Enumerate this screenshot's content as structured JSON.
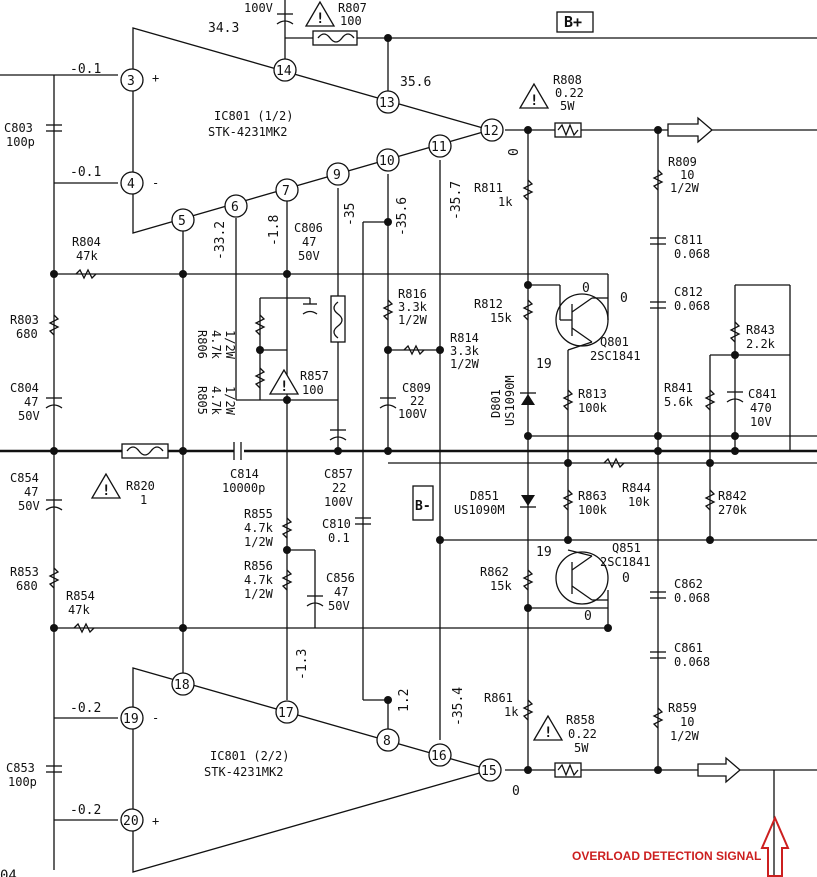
{
  "ic_top": {
    "name": "IC801 (1/2)",
    "part": "STK-4231MK2"
  },
  "ic_bottom": {
    "name": "IC801 (2/2)",
    "part": "STK-4231MK2"
  },
  "pins": {
    "p3": "3",
    "p4": "4",
    "p5": "5",
    "p6": "6",
    "p7": "7",
    "p9": "9",
    "p10": "10",
    "p11": "11",
    "p12": "12",
    "p13": "13",
    "p14": "14",
    "p15": "15",
    "p16": "16",
    "p17": "17",
    "p8": "8",
    "p18": "18",
    "p19": "19",
    "p20": "20"
  },
  "pin_signs": {
    "p3": "+",
    "p4": "-",
    "p19": "-",
    "p20": "+"
  },
  "voltages": {
    "v_p3": "-0.1",
    "v_p4": "-0.1",
    "v_p14": "34.3",
    "v_p13": "35.6",
    "v_p6": "-33.2",
    "v_p7": "-1.8",
    "v_p9": "-35",
    "v_p10": "-35.6",
    "v_p11": "-35.7",
    "v_p12": "0",
    "v_p19": "-0.2",
    "v_p20": "-0.2",
    "v_p17": "-1.3",
    "v_p8": "1.2",
    "v_p16": "-35.4",
    "v_p15": "0",
    "v_q801_e": "0",
    "v_q801_c": "0",
    "v_q801_b": "19",
    "v_q851_b": "19",
    "v_q851_c": "0",
    "v_q851_e": "0"
  },
  "rails": {
    "bplus": "B+",
    "bminus": "B-"
  },
  "components": {
    "r807": {
      "ref": "R807",
      "value": "100"
    },
    "c_top": {
      "value": "100V"
    },
    "c803": {
      "ref": "C803",
      "value": "100p"
    },
    "r804": {
      "ref": "R804",
      "value": "47k"
    },
    "r803": {
      "ref": "R803",
      "value": "680"
    },
    "c804": {
      "ref": "C804",
      "value": "47",
      "rating": "50V"
    },
    "c806": {
      "ref": "C806",
      "value": "47",
      "rating": "50V"
    },
    "r806": {
      "ref": "R806",
      "value": "4.7k",
      "rating": "1/2W"
    },
    "r805": {
      "ref": "R805",
      "value": "4.7k",
      "rating": "1/2W"
    },
    "r857": {
      "ref": "R857",
      "value": "100"
    },
    "r816": {
      "ref": "R816",
      "value": "3.3k",
      "rating": "1/2W"
    },
    "r814": {
      "ref": "R814",
      "value": "3.3k",
      "rating": "1/2W"
    },
    "c809": {
      "ref": "C809",
      "value": "22",
      "rating": "100V"
    },
    "r808": {
      "ref": "R808",
      "value": "0.22",
      "rating": "5W"
    },
    "r811": {
      "ref": "R811",
      "value": "1k"
    },
    "r812": {
      "ref": "R812",
      "value": "15k"
    },
    "d801": {
      "ref": "D801",
      "part": "US1090M"
    },
    "q801": {
      "ref": "Q801",
      "part": "2SC1841"
    },
    "r813": {
      "ref": "R813",
      "value": "100k"
    },
    "r809": {
      "ref": "R809",
      "value": "10",
      "rating": "1/2W"
    },
    "c811": {
      "ref": "C811",
      "value": "0.068"
    },
    "c812": {
      "ref": "C812",
      "value": "0.068"
    },
    "r843": {
      "ref": "R843",
      "value": "2.2k"
    },
    "r841": {
      "ref": "R841",
      "value": "5.6k"
    },
    "c841": {
      "ref": "C841",
      "value": "470",
      "rating": "10V"
    },
    "c854": {
      "ref": "C854",
      "value": "47",
      "rating": "50V"
    },
    "r820": {
      "ref": "R820",
      "value": "1"
    },
    "c814": {
      "ref": "C814",
      "value": "10000p"
    },
    "c857": {
      "ref": "C857",
      "value": "22",
      "rating": "100V"
    },
    "c810": {
      "ref": "C810",
      "value": "0.1"
    },
    "d851": {
      "ref": "D851",
      "part": "US1090M"
    },
    "r863": {
      "ref": "R863",
      "value": "100k"
    },
    "r844": {
      "ref": "R844",
      "value": "10k"
    },
    "r842": {
      "ref": "R842",
      "value": "270k"
    },
    "r855": {
      "ref": "R855",
      "value": "4.7k",
      "rating": "1/2W"
    },
    "r856": {
      "ref": "R856",
      "value": "4.7k",
      "rating": "1/2W"
    },
    "c856": {
      "ref": "C856",
      "value": "47",
      "rating": "50V"
    },
    "r853": {
      "ref": "R853",
      "value": "680"
    },
    "r854": {
      "ref": "R854",
      "value": "47k"
    },
    "r862": {
      "ref": "R862",
      "value": "15k"
    },
    "q851": {
      "ref": "Q851",
      "part": "2SC1841"
    },
    "c862": {
      "ref": "C862",
      "value": "0.068"
    },
    "c861": {
      "ref": "C861",
      "value": "0.068"
    },
    "r861": {
      "ref": "R861",
      "value": "1k"
    },
    "r858": {
      "ref": "R858",
      "value": "0.22",
      "rating": "5W"
    },
    "r859": {
      "ref": "R859",
      "value": "10",
      "rating": "1/2W"
    },
    "c853": {
      "ref": "C853",
      "value": "100p"
    }
  },
  "annotation": {
    "overload": "OVERLOAD DETECTION SIGNAL",
    "arrow_color": "#cc1f1f"
  },
  "partial_label": "04"
}
